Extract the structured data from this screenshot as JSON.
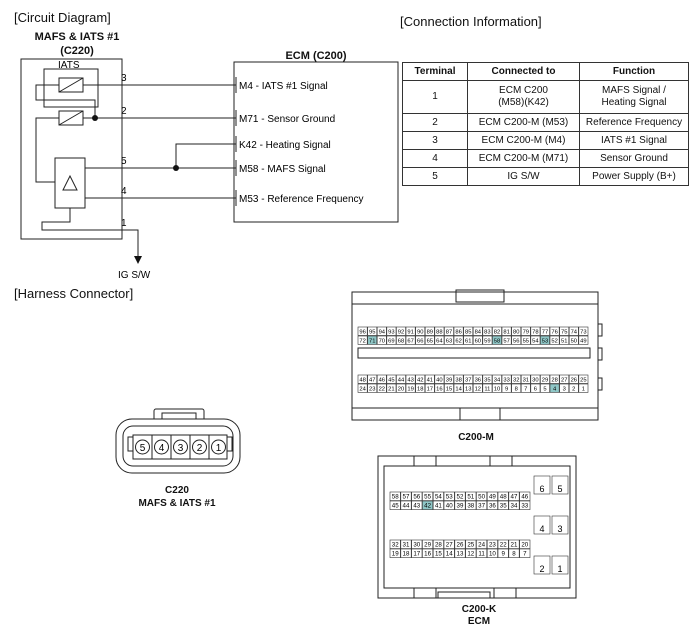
{
  "sections": {
    "circuit": "[Circuit Diagram]",
    "connection": "[Connection Information]",
    "harness": "[Harness Connector]"
  },
  "sensor": {
    "title_line1": "MAFS & IATS #1",
    "title_line2": "(C220)",
    "iats_label": "IATS",
    "pins": [
      "3",
      "2",
      "5",
      "4",
      "1"
    ],
    "ig_label": "IG S/W"
  },
  "ecm": {
    "title": "ECM (C200)",
    "signals": [
      "M4 - IATS #1 Signal",
      "M71 - Sensor Ground",
      "K42 - Heating Signal",
      "M58 - MAFS Signal",
      "M53 - Reference Frequency"
    ]
  },
  "connection_table": {
    "headers": [
      "Terminal",
      "Connected to",
      "Function"
    ],
    "rows": [
      {
        "terminal": "1",
        "connected": "ECM C200\n(M58)(K42)",
        "function": "MAFS Signal /\nHeating Signal"
      },
      {
        "terminal": "2",
        "connected": "ECM C200-M (M53)",
        "function": "Reference Frequency"
      },
      {
        "terminal": "3",
        "connected": "ECM C200-M (M4)",
        "function": "IATS #1 Signal"
      },
      {
        "terminal": "4",
        "connected": "ECM C200-M (M71)",
        "function": "Sensor Ground"
      },
      {
        "terminal": "5",
        "connected": "IG S/W",
        "function": "Power Supply (B+)"
      }
    ]
  },
  "c220_connector": {
    "pins": [
      "5",
      "4",
      "3",
      "2",
      "1"
    ],
    "caption_line1": "C220",
    "caption_line2": "MAFS & IATS #1"
  },
  "c200m_connector": {
    "caption": "C200-M",
    "highlight_color": "#8fc7c7",
    "row1": [
      "96",
      "95",
      "94",
      "93",
      "92",
      "91",
      "90",
      "89",
      "88",
      "87",
      "86",
      "85",
      "84",
      "83",
      "82",
      "81",
      "80",
      "79",
      "78",
      "77",
      "76",
      "75",
      "74",
      "73"
    ],
    "row2": [
      "72",
      "71",
      "70",
      "69",
      "68",
      "67",
      "66",
      "65",
      "64",
      "63",
      "62",
      "61",
      "60",
      "59",
      "58",
      "57",
      "56",
      "55",
      "54",
      "53",
      "52",
      "51",
      "50",
      "49"
    ],
    "row3": [
      "48",
      "47",
      "46",
      "45",
      "44",
      "43",
      "42",
      "41",
      "40",
      "39",
      "38",
      "37",
      "36",
      "35",
      "34",
      "33",
      "32",
      "31",
      "30",
      "29",
      "28",
      "27",
      "26",
      "25"
    ],
    "row4": [
      "24",
      "23",
      "22",
      "21",
      "20",
      "19",
      "18",
      "17",
      "16",
      "15",
      "14",
      "13",
      "12",
      "11",
      "10",
      "9",
      "8",
      "7",
      "6",
      "5",
      "4",
      "3",
      "2",
      "1"
    ],
    "highlighted": [
      "71",
      "58",
      "53",
      "4"
    ]
  },
  "c200k_connector": {
    "caption_line1": "C200-K",
    "caption_line2": "ECM",
    "top_left_row1": [
      "58",
      "57",
      "56",
      "55",
      "54",
      "53",
      "52",
      "51",
      "50",
      "49",
      "48",
      "47",
      "46"
    ],
    "top_left_row2": [
      "45",
      "44",
      "43",
      "42",
      "41",
      "40",
      "39",
      "38",
      "37",
      "36",
      "35",
      "34",
      "33"
    ],
    "bottom_row1": [
      "32",
      "31",
      "30",
      "29",
      "28",
      "27",
      "26",
      "25",
      "24",
      "23",
      "22",
      "21",
      "20"
    ],
    "bottom_row2": [
      "19",
      "18",
      "17",
      "16",
      "15",
      "14",
      "13",
      "12",
      "11",
      "10",
      "9",
      "8",
      "7"
    ],
    "right_pins": [
      [
        "6",
        "5"
      ],
      [
        "4",
        "3"
      ],
      [
        "2",
        "1"
      ]
    ],
    "highlighted": [
      "42"
    ]
  }
}
